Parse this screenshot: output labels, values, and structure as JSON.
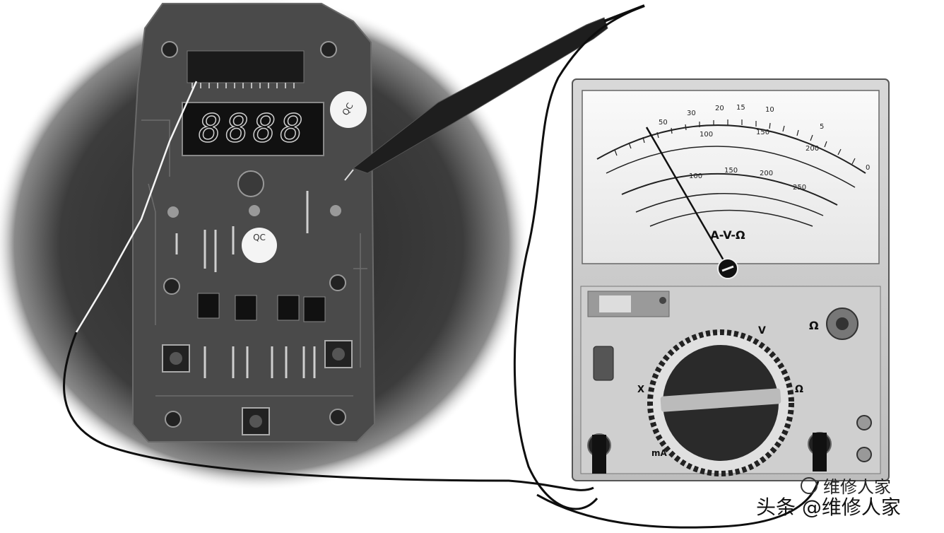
{
  "meter": {
    "scale_labels": {
      "omega": [
        "50",
        "30",
        "20",
        "15",
        "10",
        "5",
        "0"
      ],
      "dc_top": [
        "100",
        "150",
        "200"
      ],
      "dc_mid": [
        "100",
        "150",
        "200",
        "250"
      ],
      "unit_label": "A-V-Ω"
    },
    "dial_labels": {
      "volts": "V",
      "ohms": "Ω",
      "milliamp": "mA",
      "left": "X"
    },
    "jack_label": "Ω"
  },
  "pcb": {
    "display_digits": "8888",
    "qc_sticker_top": "QC",
    "qc_sticker_mid": "QC"
  },
  "watermark": {
    "small": "维修人家",
    "main": "头条 @维修人家"
  }
}
